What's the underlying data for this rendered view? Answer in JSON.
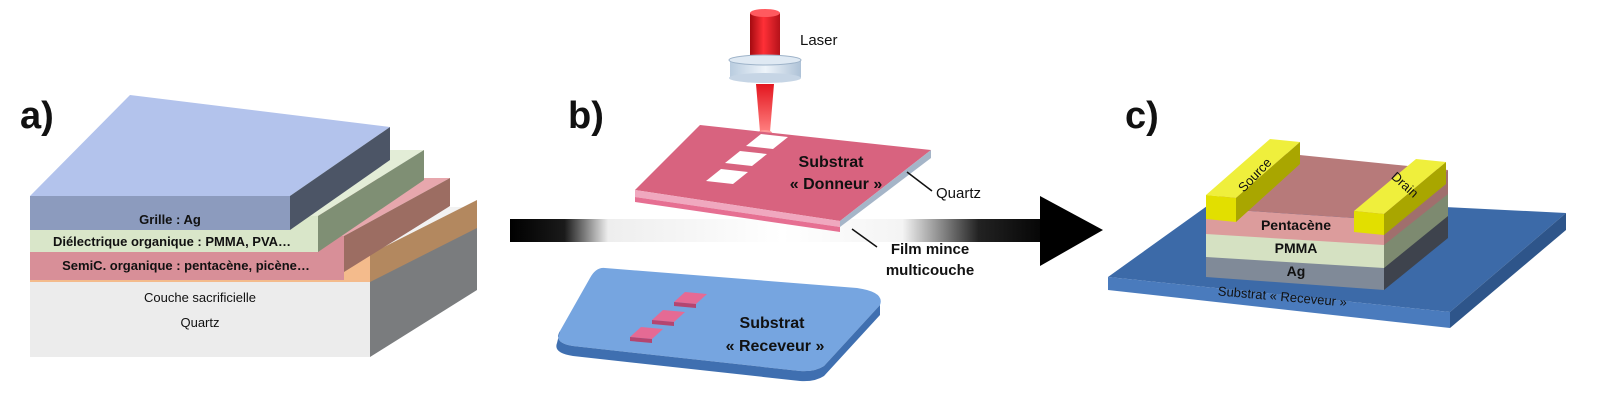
{
  "panels": {
    "a": {
      "letter": "a)",
      "layers": {
        "gate": "Grille : Ag",
        "dielectric": "Diélectrique organique : PMMA, PVA…",
        "semiconductor": "SemiC. organique : pentacène, picène…",
        "sacrificial": "Couche sacrificielle",
        "quartz": "Quartz"
      }
    },
    "b": {
      "letter": "b)",
      "laser": "Laser",
      "donor_line1": "Substrat",
      "donor_line2": "« Donneur »",
      "quartz": "Quartz",
      "film_line1": "Film mince",
      "film_line2": "multicouche",
      "receiver_line1": "Substrat",
      "receiver_line2": "« Receveur »"
    },
    "c": {
      "letter": "c)",
      "source": "Source",
      "drain": "Drain",
      "pentacene": "Pentacène",
      "pmma": "PMMA",
      "ag": "Ag",
      "substrate": "Substrat « Receveur »"
    }
  },
  "colors": {
    "gate": "#b3c3ec",
    "dielectric": "#d9e6c9",
    "semiconductor": "#d88f98",
    "sacrificial": "#f4bb8c",
    "quartz": "#ececec",
    "laser_red": "#e3161f",
    "donor_pink": "#d8637f",
    "receiver_blue": "#76a5e0",
    "substrate_blue": "#3c6aa8",
    "electrode_yellow": "#e2df00"
  }
}
